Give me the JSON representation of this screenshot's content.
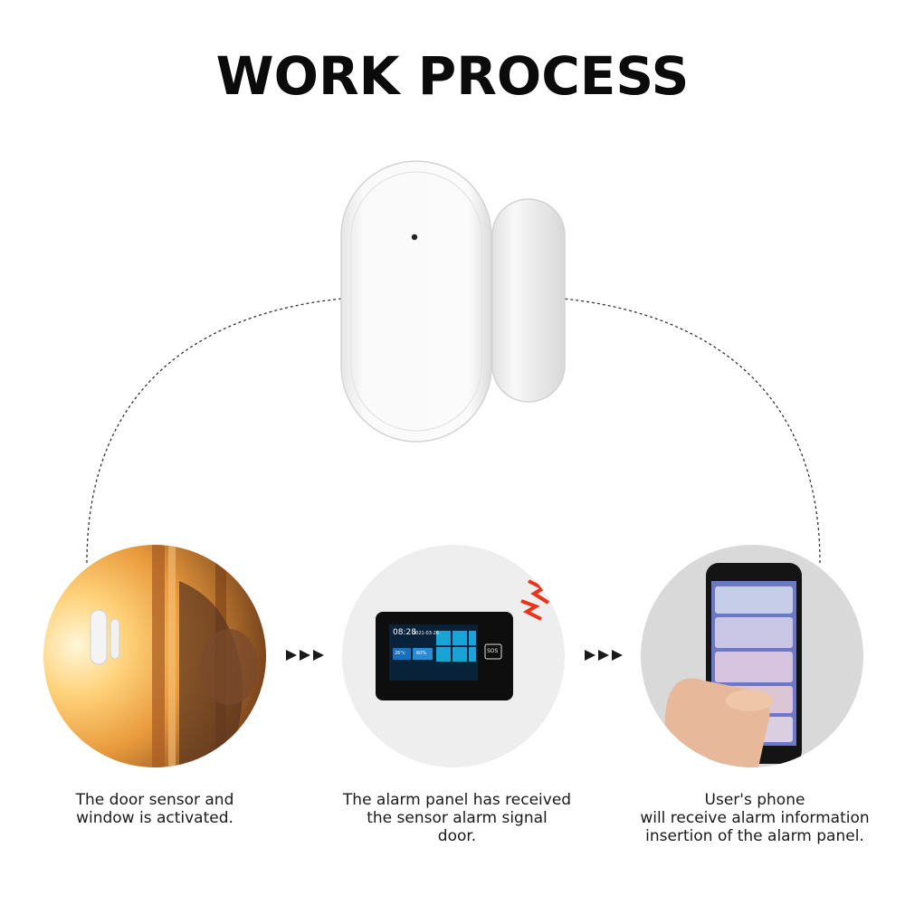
{
  "title": "WORK PROCESS",
  "steps": [
    {
      "caption": [
        "The door sensor and",
        "window is activated."
      ]
    },
    {
      "caption": [
        "The alarm panel has received",
        "the sensor alarm signal",
        "door."
      ]
    },
    {
      "caption": [
        "User's phone",
        "will receive alarm information",
        "insertion of the alarm panel."
      ]
    }
  ],
  "panel": {
    "time": "08:28",
    "date": "2021-03-26",
    "temp": "26°c",
    "humidity": "60%",
    "sos": "SOS"
  },
  "colors": {
    "accent_blue": "#1aa3d6",
    "alert_red": "#e8341c",
    "arrow": "#1a1a1a"
  }
}
